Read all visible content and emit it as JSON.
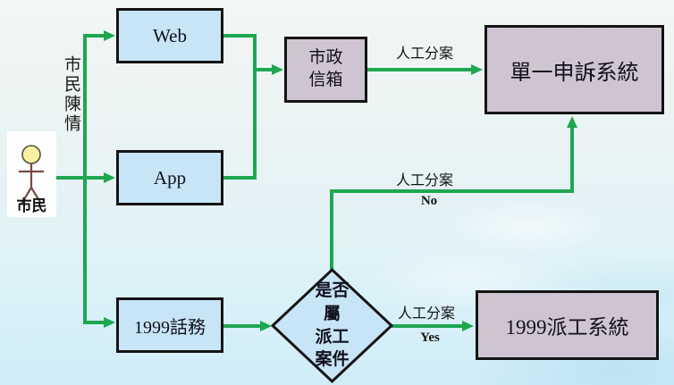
{
  "colors": {
    "arrow-green": "#1EA750",
    "node-blue": "#C8E5F7",
    "node-mauve": "#CFC4D1",
    "node-border": "#141414",
    "actor-head": "#F8F0A2",
    "actor-limb": "#7A4A46"
  },
  "actor": {
    "label": "市民"
  },
  "flow_source_label": "市民陳情",
  "nodes": {
    "web": {
      "label": "Web"
    },
    "app": {
      "label": "App"
    },
    "phone1999": {
      "label": "1999話務"
    },
    "mailbox": {
      "label": "市政\n信箱"
    },
    "decision": {
      "label": "是否\n屬\n派工\n案件"
    },
    "complaint_system": {
      "label": "單一申訴系統"
    },
    "dispatch_system": {
      "label": "1999派工系統"
    }
  },
  "edge_labels": {
    "mailbox_to_complaint": "人工分案",
    "decision_no": "人工分案",
    "decision_no_tag": "No",
    "decision_yes": "人工分案",
    "decision_yes_tag": "Yes"
  }
}
